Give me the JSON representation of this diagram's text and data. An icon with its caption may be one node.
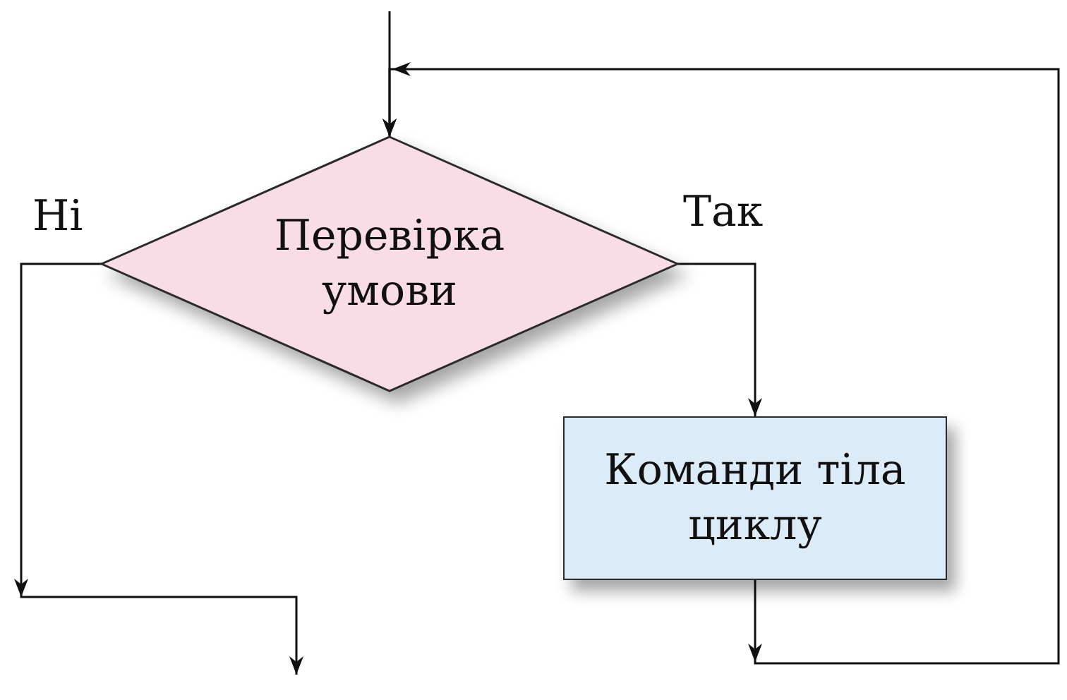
{
  "diagram": {
    "nodes": [
      {
        "text": [
          "Перевірка умови"
        ]
      },
      {
        "text": [
          "Команди тіла циклу"
        ]
      }
    ],
    "edges": [
      {
        "from": null,
        "to": 0,
        "arrow": "to"
      },
      {
        "from": 0,
        "to": 1,
        "arrow": "to",
        "label": "Так"
      },
      {
        "from": 1,
        "to": 0,
        "arrow": "to"
      },
      {
        "from": 0,
        "to": null,
        "arrow": "to",
        "label": "Ні"
      }
    ]
  }
}
